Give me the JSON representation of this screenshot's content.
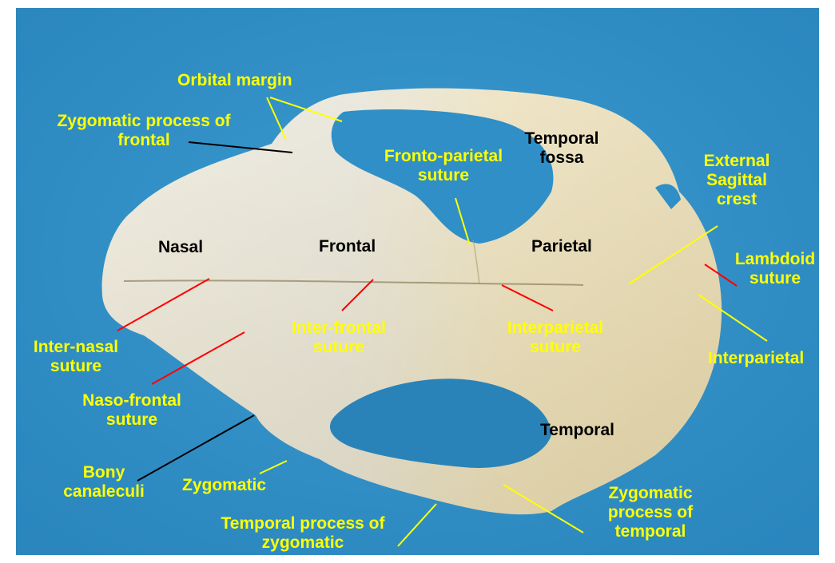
{
  "colors": {
    "background": "#2f8fc6",
    "bone": "#e6dfc9",
    "label_yellow": "#ffff00",
    "label_black": "#000000",
    "line_red": "#ff0000",
    "line_yellow": "#ffff00",
    "line_black": "#000000"
  },
  "labels": {
    "orbital_margin": "Orbital margin",
    "zygomatic_process_of_frontal": {
      "line1": "Zygomatic process of",
      "line2": "frontal"
    },
    "temporal_fossa": {
      "line1": "Temporal",
      "line2": "fossa"
    },
    "fronto_parietal_suture": {
      "line1": "Fronto-parietal",
      "line2": "suture"
    },
    "external_sagittal_crest": {
      "line1": "External",
      "line2": "Sagittal",
      "line3": "crest"
    },
    "nasal": "Nasal",
    "frontal": "Frontal",
    "parietal": "Parietal",
    "lambdoid_suture": {
      "line1": "Lambdoid",
      "line2": "suture"
    },
    "inter_nasal_suture": {
      "line1": "Inter-nasal",
      "line2": "suture"
    },
    "inter_frontal_suture": {
      "line1": "Inter-frontal",
      "line2": "suture"
    },
    "interparietal_suture": {
      "line1": "Interparietal",
      "line2": "suture"
    },
    "interparietal": "Interparietal",
    "naso_frontal_suture": {
      "line1": "Naso-frontal",
      "line2": "suture"
    },
    "temporal": "Temporal",
    "bony_canaleculi": {
      "line1": "Bony",
      "line2": "canaleculi"
    },
    "zygomatic": "Zygomatic",
    "temporal_process_of_zygomatic": {
      "line1": "Temporal process of",
      "line2": "zygomatic"
    },
    "zygomatic_process_of_temporal": {
      "line1": "Zygomatic",
      "line2": "process of",
      "line3": "temporal"
    }
  }
}
